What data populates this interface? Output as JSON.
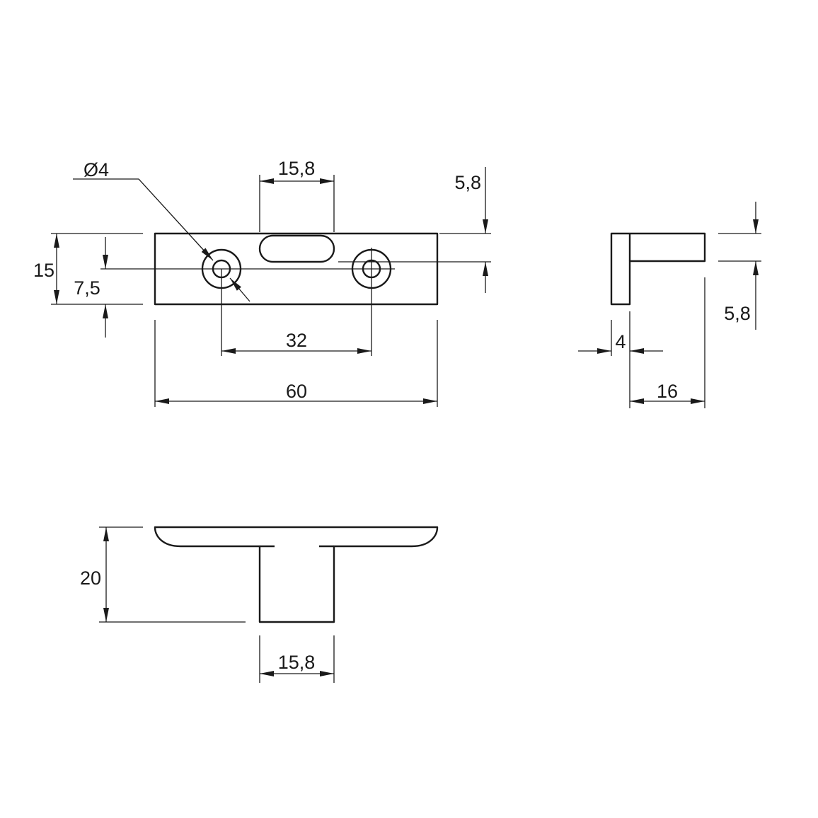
{
  "dimensions": {
    "front_view": {
      "hole_diameter": "Ø4",
      "slot_width": "15,8",
      "offset_top": "5,8",
      "height": "15",
      "half_height": "7,5",
      "hole_spacing": "32",
      "length": "60"
    },
    "side_view": {
      "offset": "5,8",
      "thickness": "4",
      "depth": "16"
    },
    "top_view": {
      "height": "20",
      "tongue_width": "15,8"
    }
  }
}
